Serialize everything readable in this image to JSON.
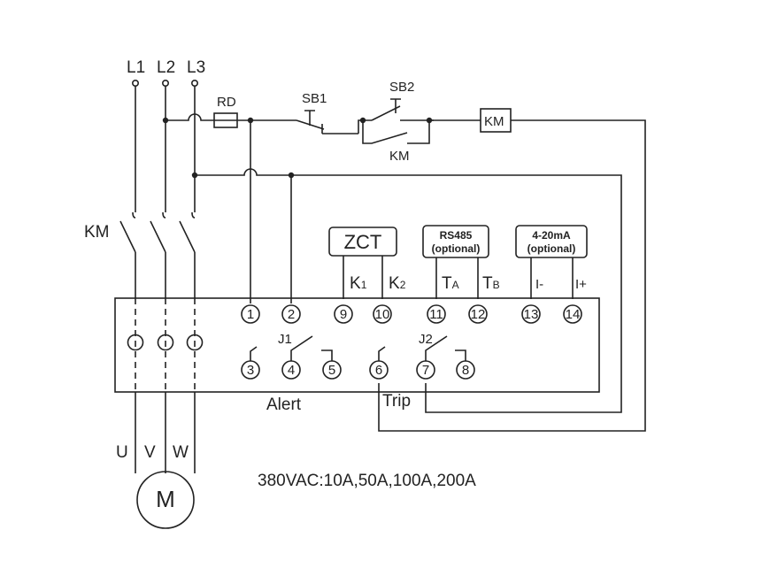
{
  "lines": {
    "l1": "L1",
    "l2": "L2",
    "l3": "L3"
  },
  "fuse": "RD",
  "buttons": {
    "sb1": "SB1",
    "sb2": "SB2"
  },
  "contactor": {
    "coil": "KM",
    "hold_contact": "KM",
    "main_contacts": "KM"
  },
  "modules": {
    "zct": "ZCT",
    "rs485": {
      "title": "RS485",
      "note": "(optional)"
    },
    "analog": {
      "title": "4-20mA",
      "note": "(optional)"
    }
  },
  "pins": {
    "k1": {
      "main": "K",
      "sub": "1"
    },
    "k2": {
      "main": "K",
      "sub": "2"
    },
    "ta": {
      "main": "T",
      "sub": "A"
    },
    "tb": {
      "main": "T",
      "sub": "B"
    },
    "i_minus": "I-",
    "i_plus": "I+"
  },
  "terminals": [
    "1",
    "2",
    "3",
    "4",
    "5",
    "6",
    "7",
    "8",
    "9",
    "10",
    "11",
    "12",
    "13",
    "14"
  ],
  "relays": {
    "j1": "J1",
    "j2": "J2",
    "alert": "Alert",
    "trip": "Trip"
  },
  "motor": {
    "u": "U",
    "v": "V",
    "w": "W",
    "symbol": "M"
  },
  "rating": "380VAC:10A,50A,100A,200A"
}
